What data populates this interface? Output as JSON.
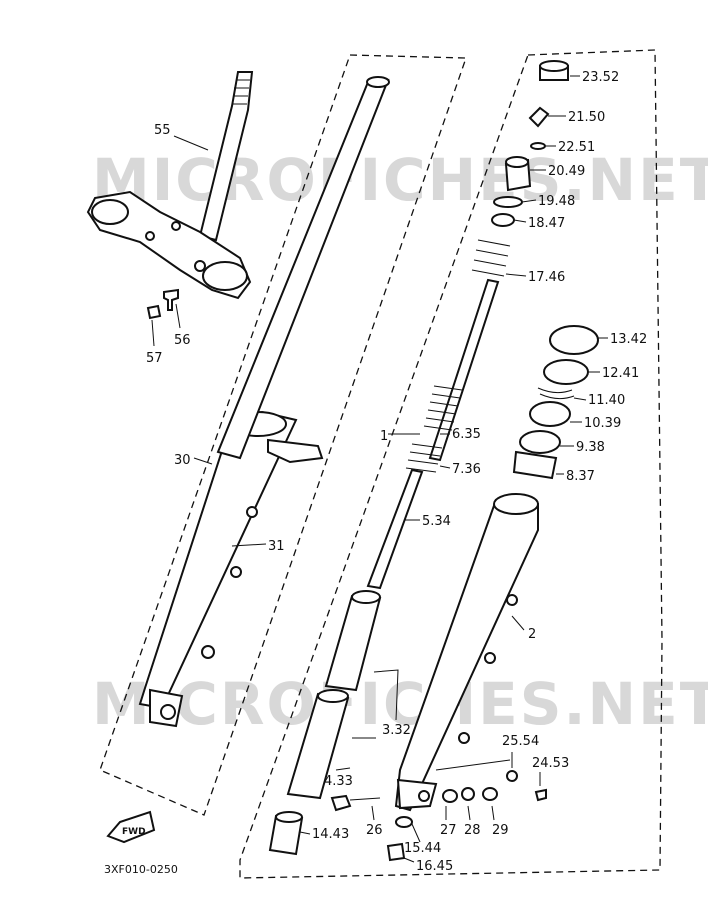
{
  "diagram_code": "3XF010-0250",
  "watermarks": [
    "MICROFICHES.NET",
    "MICROFICHES.NET"
  ],
  "fwd_label": "FWD",
  "parts": [
    {
      "id": "p55",
      "label": "55"
    },
    {
      "id": "p56",
      "label": "56"
    },
    {
      "id": "p57",
      "label": "57"
    },
    {
      "id": "p30",
      "label": "30"
    },
    {
      "id": "p31",
      "label": "31"
    },
    {
      "id": "p1",
      "label": "1"
    },
    {
      "id": "p2",
      "label": "2"
    },
    {
      "id": "p23",
      "label": "23.52"
    },
    {
      "id": "p21",
      "label": "21.50"
    },
    {
      "id": "p22",
      "label": "22.51"
    },
    {
      "id": "p20",
      "label": "20.49"
    },
    {
      "id": "p19",
      "label": "19.48"
    },
    {
      "id": "p18",
      "label": "18.47"
    },
    {
      "id": "p17",
      "label": "17.46"
    },
    {
      "id": "p13",
      "label": "13.42"
    },
    {
      "id": "p12",
      "label": "12.41"
    },
    {
      "id": "p11",
      "label": "11.40"
    },
    {
      "id": "p10",
      "label": "10.39"
    },
    {
      "id": "p9",
      "label": "9.38"
    },
    {
      "id": "p8",
      "label": "8.37"
    },
    {
      "id": "p6",
      "label": "6.35"
    },
    {
      "id": "p7",
      "label": "7.36"
    },
    {
      "id": "p5",
      "label": "5.34"
    },
    {
      "id": "p3",
      "label": "3.32"
    },
    {
      "id": "p4",
      "label": "4.33"
    },
    {
      "id": "p14",
      "label": "14.43"
    },
    {
      "id": "p26",
      "label": "26"
    },
    {
      "id": "p15",
      "label": "15.44"
    },
    {
      "id": "p16",
      "label": "16.45"
    },
    {
      "id": "p25",
      "label": "25.54"
    },
    {
      "id": "p24",
      "label": "24.53"
    },
    {
      "id": "p27",
      "label": "27"
    },
    {
      "id": "p28",
      "label": "28"
    },
    {
      "id": "p29",
      "label": "29"
    }
  ]
}
